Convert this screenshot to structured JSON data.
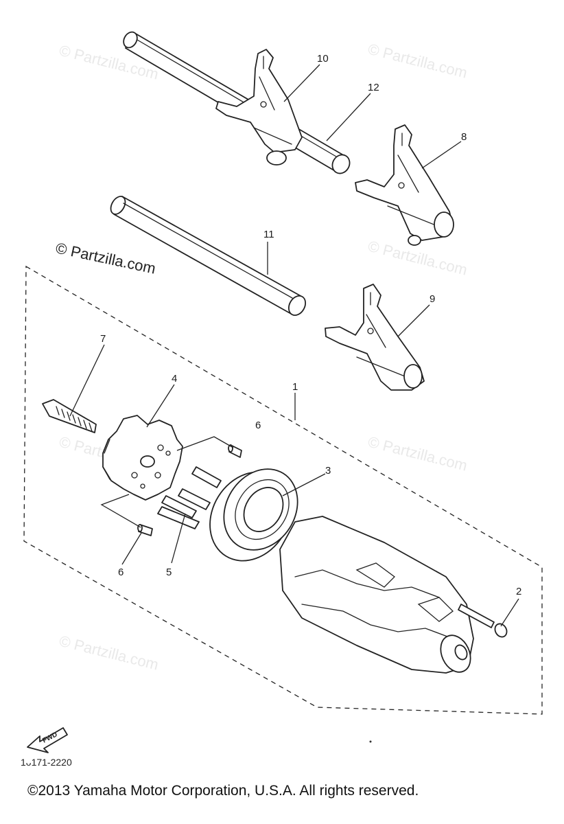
{
  "watermarks": {
    "faint": [
      "© Partzilla.com",
      "© Partzilla.com",
      "© Partzilla.com",
      "© Partzilla.com",
      "© Partzilla.com",
      "© Partzilla.com"
    ],
    "prominent": "© Partzilla.com"
  },
  "callouts": {
    "c1": "1",
    "c2": "2",
    "c3": "3",
    "c4": "4",
    "c5": "5",
    "c6a": "6",
    "c6b": "6",
    "c7": "7",
    "c8": "8",
    "c9": "9",
    "c10": "10",
    "c11": "11",
    "c12": "12"
  },
  "fwd_label": "FWD",
  "diagram_code": "1ᴗ171-2220",
  "copyright": "©2013  Yamaha Motor Corporation, U.S.A. All rights reserved."
}
